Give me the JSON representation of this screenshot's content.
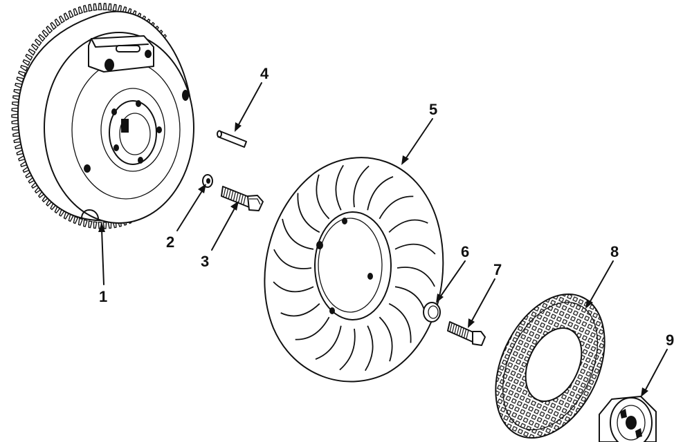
{
  "callouts": [
    {
      "id": "1",
      "text": "1"
    },
    {
      "id": "2",
      "text": "2"
    },
    {
      "id": "3",
      "text": "3"
    },
    {
      "id": "4",
      "text": "4"
    },
    {
      "id": "5",
      "text": "5"
    },
    {
      "id": "6",
      "text": "6"
    },
    {
      "id": "7",
      "text": "7"
    },
    {
      "id": "8",
      "text": "8"
    },
    {
      "id": "9",
      "text": "9"
    }
  ],
  "parts": [
    {
      "callout": "1",
      "icon": "flywheel-ring-gear-icon"
    },
    {
      "callout": "2",
      "icon": "washer-icon"
    },
    {
      "callout": "3",
      "icon": "hex-bolt-icon"
    },
    {
      "callout": "4",
      "icon": "key-pin-icon"
    },
    {
      "callout": "5",
      "icon": "cooling-fan-icon"
    },
    {
      "callout": "6",
      "icon": "washer-icon"
    },
    {
      "callout": "7",
      "icon": "hex-bolt-icon"
    },
    {
      "callout": "8",
      "icon": "rotating-screen-icon"
    },
    {
      "callout": "9",
      "icon": "starter-cup-icon"
    }
  ],
  "colors": {
    "ink": "#111111",
    "paper": "#ffffff"
  }
}
